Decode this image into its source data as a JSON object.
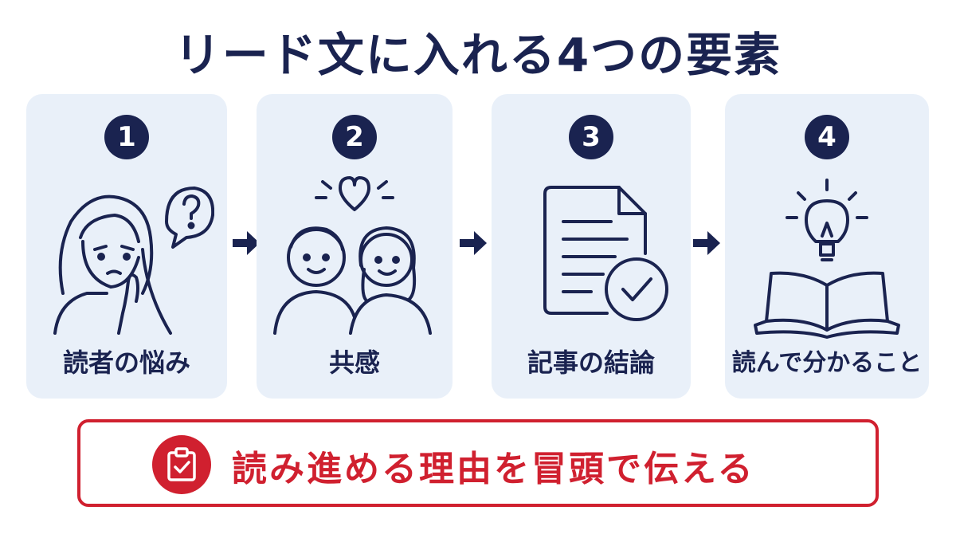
{
  "title": "リード文に入れる4つの要素",
  "steps": [
    {
      "number": "1",
      "label": "読者の悩み",
      "icon": "worried-person-question-icon"
    },
    {
      "number": "2",
      "label": "共感",
      "icon": "two-people-heart-icon"
    },
    {
      "number": "3",
      "label": "記事の結論",
      "icon": "document-check-icon"
    },
    {
      "number": "4",
      "label": "読んで分かること",
      "icon": "open-book-lightbulb-icon"
    }
  ],
  "bottom": {
    "text": "読み進める理由を冒頭で伝える",
    "icon": "clipboard-check-icon"
  },
  "colors": {
    "navy": "#1a2350",
    "card_bg": "#e9f0f9",
    "accent_red": "#d0202f"
  }
}
